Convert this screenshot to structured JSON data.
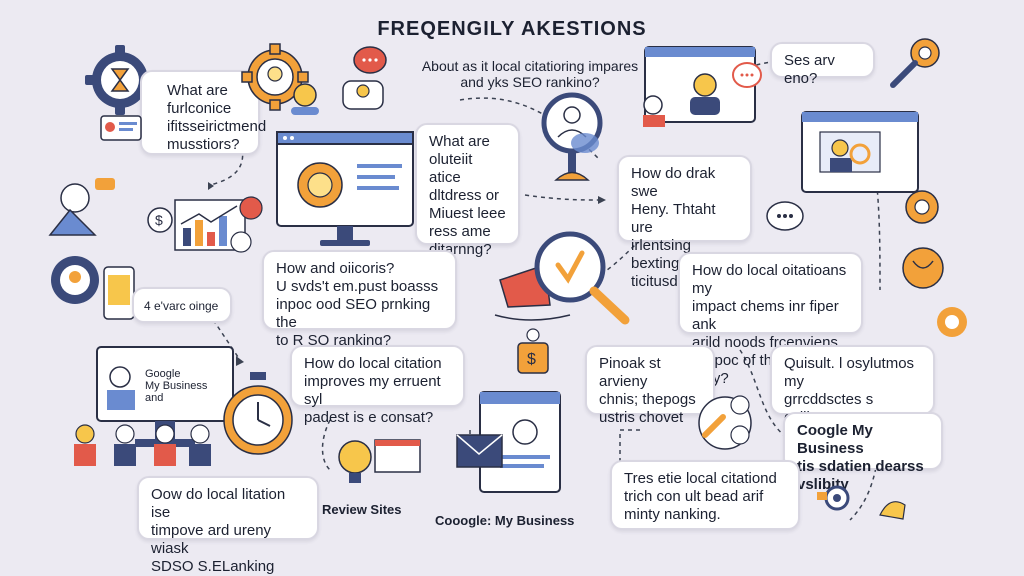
{
  "header": {
    "title": "FREQENGILY AKESTIONS",
    "subtitle": "About as it local citatioring impares\nand yks SEO rankino?"
  },
  "bubbles": {
    "q1": "What are\nfurlconice\nifitsseirictmend\nmusstiors?",
    "q2": "What are\noluteiit atice\ndltdress or\nMiuest leee\nress ame\nditarnng?",
    "q3": "Ses arv eno?",
    "q4": "How do drak swe\nHeny. Thtaht ure\nirlentsing bexting\nticitusds.",
    "q5": "How and oiicoris?\nU svds't em.pust boasss\ninpoc ood SEO prnking the\nto R SO ranking?",
    "q6": "How do local oitatioans my\nimpact chems inr fiper ank\narild noods frcenviens\nSmpoc of thet lilelhng may?",
    "q7": "How do local citation\nimproves my erruent syl\npadest is e consat?",
    "q8": "Pinoak st arvieny\nchnis; thepogs\nustris chovet",
    "q9": "Quisult. l osylutmos my\ngrrcddsctes s evilimg\ndroputness",
    "q10": "Coogle My Business\ntis sdatien dearss vslibity",
    "q11": "Oow do local litation ise\ntimpove ard ureny wiask\nSDSO S.ELanking",
    "q12": "Tres etie local citationd\ntrich con ult bead arif\nminty nanking."
  },
  "labels": {
    "review_sites": "Review Sites",
    "google_bottom": "Cooogle: My Business",
    "phone_text": "4  e'varc oinge",
    "monitor_text": "Google\nMy Business\nand"
  },
  "colors": {
    "navy": "#3b4a7a",
    "blue": "#6a8bd0",
    "orange": "#f2a13a",
    "red": "#e25a4a",
    "yellow": "#f7c64b",
    "outline": "#2a2f45"
  },
  "icons": [
    "gear-icon",
    "lightbulb-icon",
    "magnifier-icon",
    "monitor-icon",
    "chat-icon",
    "dollar-icon",
    "stopwatch-icon",
    "envelope-icon",
    "person-icon",
    "chart-icon",
    "megaphone-icon",
    "key-icon",
    "hourglass-icon"
  ]
}
